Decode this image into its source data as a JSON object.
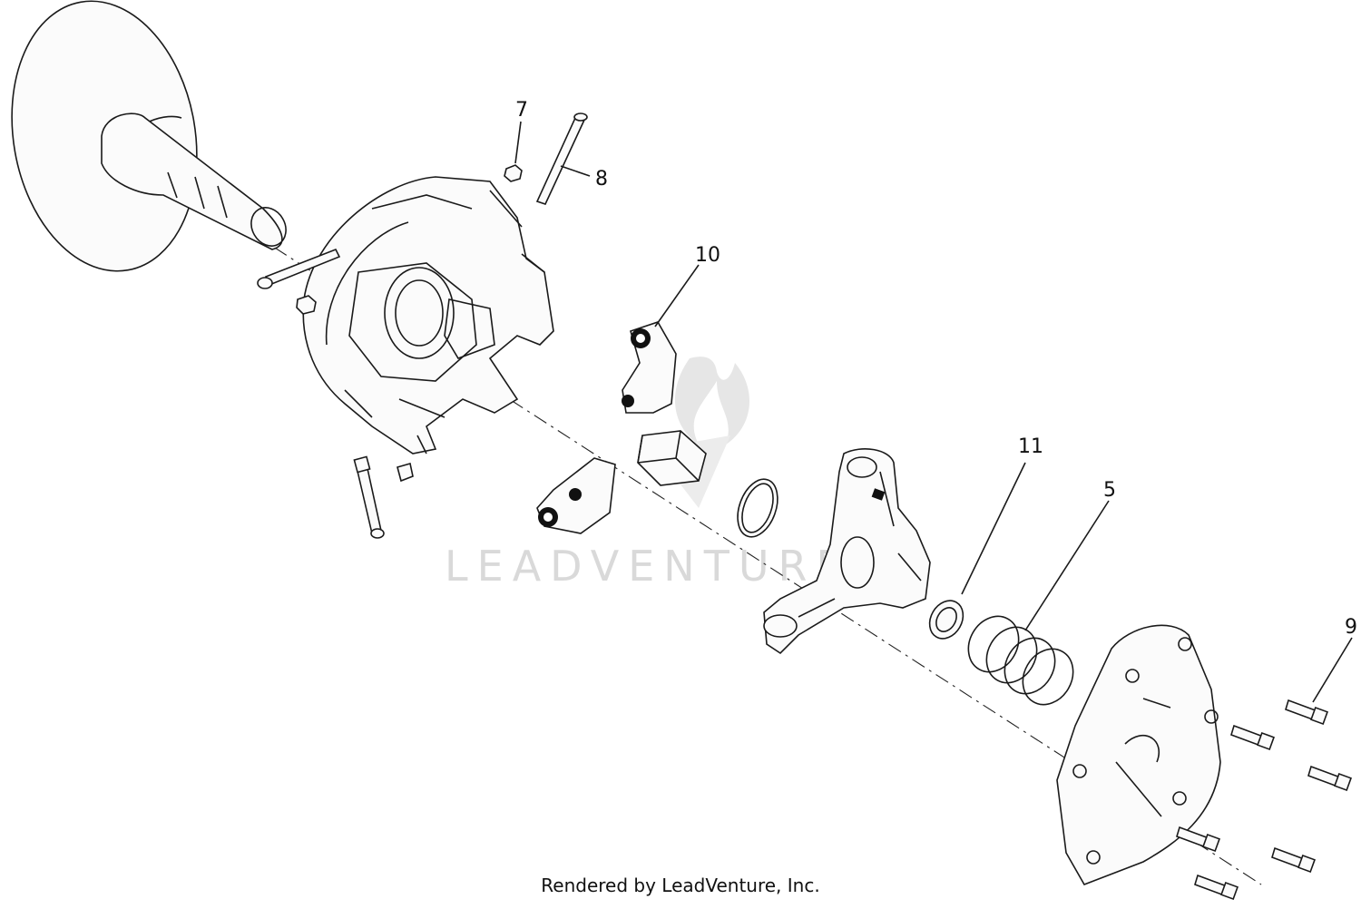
{
  "watermark": "LEADVENTURE",
  "footer": "Rendered by LeadVenture, Inc.",
  "callouts": [
    "7",
    "8",
    "10",
    "11",
    "5",
    "9"
  ]
}
